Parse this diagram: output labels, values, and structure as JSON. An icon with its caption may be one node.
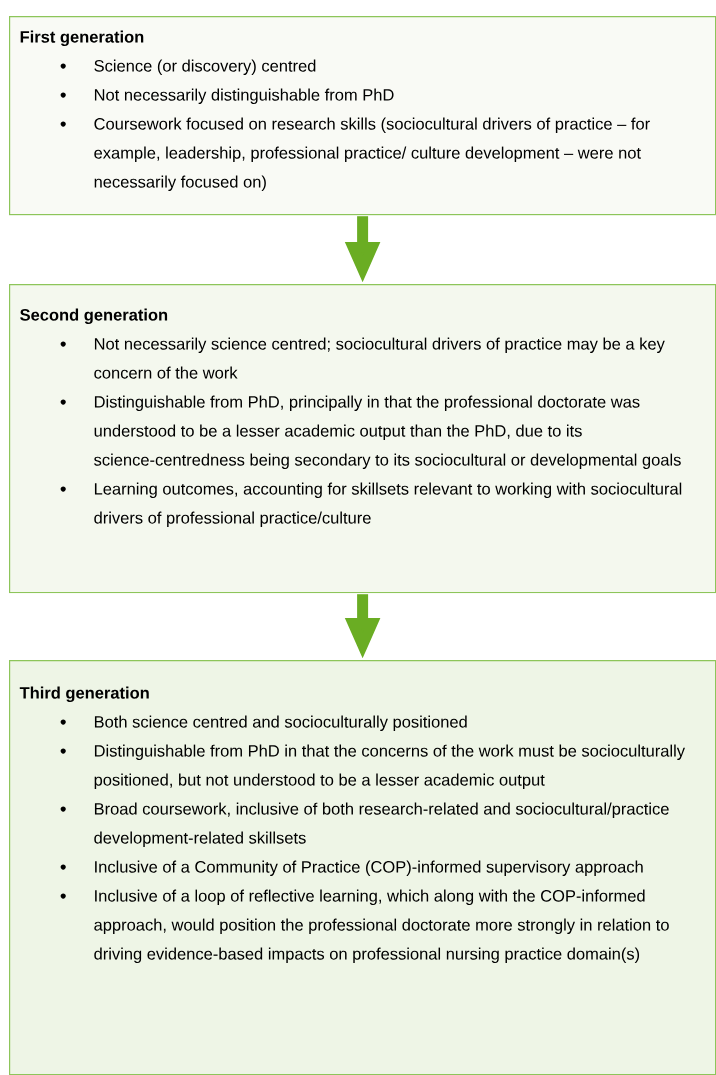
{
  "diagram": {
    "nodes": [
      {
        "text": [
          "First generation",
          "Science (or discovery) centred",
          "Not necessarily distinguishable from PhD",
          "Coursework focused on research skills (sociocultural drivers of practice – for example, leadership, professional practice/ culture development – were not necessarily focused on)"
        ]
      },
      {
        "text": [
          "Second generation",
          "Not necessarily science centred; sociocultural drivers of practice may be a key concern of the work",
          "Distinguishable from PhD, principally in that the professional doctorate was understood to be a lesser academic output than the PhD, due to its science-centredness being secondary to its sociocultural or developmental goals",
          "Learning outcomes, accounting for skillsets relevant to working with sociocultural drivers of professional practice/culture"
        ]
      },
      {
        "text": [
          "Third generation",
          "Both science centred and socioculturally positioned",
          "Distinguishable from PhD in that the concerns of the work must be socioculturally positioned, but not understood to be a lesser academic output",
          "Broad coursework, inclusive of both research-related and sociocultural/practice development-related skillsets",
          "Inclusive of a Community of Practice (COP)-informed supervisory approach",
          "Inclusive of a loop of reflective learning, which along with the COP-informed approach, would position the professional doctorate more strongly in relation to driving evidence-based impacts on professional nursing practice domain(s)"
        ]
      }
    ],
    "edges": [
      {
        "from": 0,
        "to": 1,
        "arrow": "to"
      },
      {
        "from": 1,
        "to": 2,
        "arrow": "to"
      }
    ]
  }
}
